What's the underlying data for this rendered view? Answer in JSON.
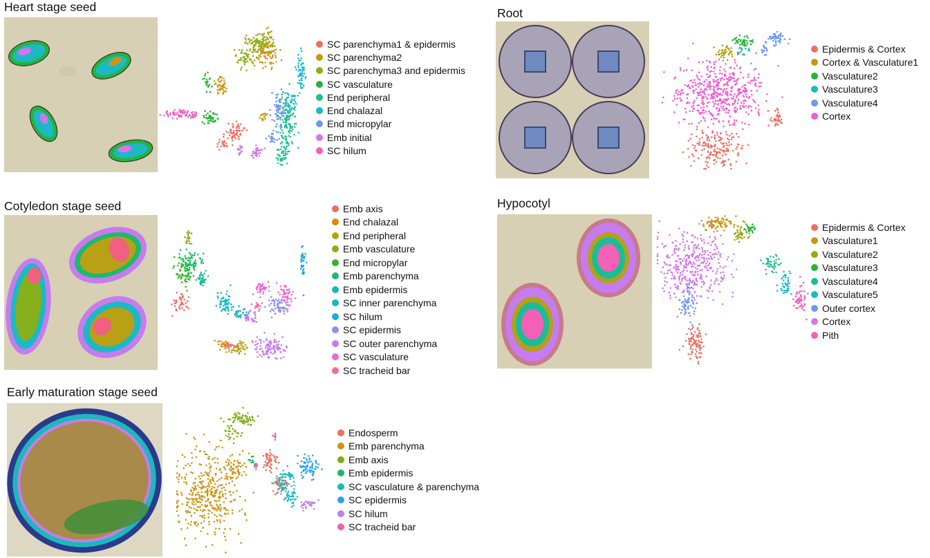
{
  "chart_data": [
    {
      "type": "scatter",
      "title": "Heart stage seed",
      "legend_position": "right",
      "series": [
        {
          "name": "SC parenchyma1 & epidermis",
          "color": "#ee6e62"
        },
        {
          "name": "SC parenchyma2",
          "color": "#cc9511"
        },
        {
          "name": "SC parenchyma3 and epidermis",
          "color": "#8fae16"
        },
        {
          "name": "SC vasculature",
          "color": "#27b33a"
        },
        {
          "name": "End peripheral",
          "color": "#1fbf96"
        },
        {
          "name": "End chalazal",
          "color": "#18b8d8"
        },
        {
          "name": "End micropylar",
          "color": "#6f98f0"
        },
        {
          "name": "Emb initial",
          "color": "#d376ec"
        },
        {
          "name": "SC hilum",
          "color": "#f25fb8"
        }
      ]
    },
    {
      "type": "scatter",
      "title": "Cotyledon stage seed",
      "legend_position": "right",
      "series": [
        {
          "name": "Emb axis",
          "color": "#ee6e62"
        },
        {
          "name": "End chalazal",
          "color": "#d98a10"
        },
        {
          "name": "End peripheral",
          "color": "#b9a014"
        },
        {
          "name": "Emb vasculature",
          "color": "#86b01c"
        },
        {
          "name": "End micropylar",
          "color": "#35b52a"
        },
        {
          "name": "Emb parenchyma",
          "color": "#1cba6c"
        },
        {
          "name": "Emb epidermis",
          "color": "#18bd9f"
        },
        {
          "name": "SC inner parenchyma",
          "color": "#16b9c4"
        },
        {
          "name": "SC hilum",
          "color": "#1ea8e8"
        },
        {
          "name": "SC epidermis",
          "color": "#8b8ff2"
        },
        {
          "name": "SC outer parenchyma",
          "color": "#c67cef"
        },
        {
          "name": "SC vasculature",
          "color": "#ee66d6"
        },
        {
          "name": "SC tracheid bar",
          "color": "#f66aa0"
        }
      ]
    },
    {
      "type": "scatter",
      "title": "Early maturation stage seed",
      "legend_position": "right",
      "series": [
        {
          "name": "Endosperm",
          "color": "#ee6e62"
        },
        {
          "name": "Emb parenchyma",
          "color": "#cc9511"
        },
        {
          "name": "Emb axis",
          "color": "#7cae12"
        },
        {
          "name": "Emb epidermis",
          "color": "#1eb56a"
        },
        {
          "name": "SC vasculature & parenchyma",
          "color": "#1cb9bb"
        },
        {
          "name": "SC epidermis",
          "color": "#2ea2ee"
        },
        {
          "name": "SC hilum",
          "color": "#c47cf0"
        },
        {
          "name": "SC tracheid bar",
          "color": "#f060b0"
        }
      ]
    },
    {
      "type": "scatter",
      "title": "Root",
      "legend_position": "right",
      "series": [
        {
          "name": "Epidermis & Cortex",
          "color": "#ee6e62"
        },
        {
          "name": "Cortex & Vasculature1",
          "color": "#b6a012"
        },
        {
          "name": "Vasculature2",
          "color": "#22b43c"
        },
        {
          "name": "Vasculature3",
          "color": "#1cbac0"
        },
        {
          "name": "Vasculature4",
          "color": "#6c98f2"
        },
        {
          "name": "Cortex",
          "color": "#f25cd6"
        }
      ]
    },
    {
      "type": "scatter",
      "title": "Hypocotyl",
      "legend_position": "right",
      "series": [
        {
          "name": "Epidermis & Cortex",
          "color": "#ee6e62"
        },
        {
          "name": "Vasculature1",
          "color": "#cc9511"
        },
        {
          "name": "Vasculature2",
          "color": "#96a915"
        },
        {
          "name": "Vasculature3",
          "color": "#25b43b"
        },
        {
          "name": "Vasculature4",
          "color": "#1cbc96"
        },
        {
          "name": "Vasculature5",
          "color": "#1ab6d4"
        },
        {
          "name": "Outer cortex",
          "color": "#6c98f2"
        },
        {
          "name": "Cortex",
          "color": "#d477ec"
        },
        {
          "name": "Pith",
          "color": "#f460b8"
        }
      ]
    }
  ]
}
